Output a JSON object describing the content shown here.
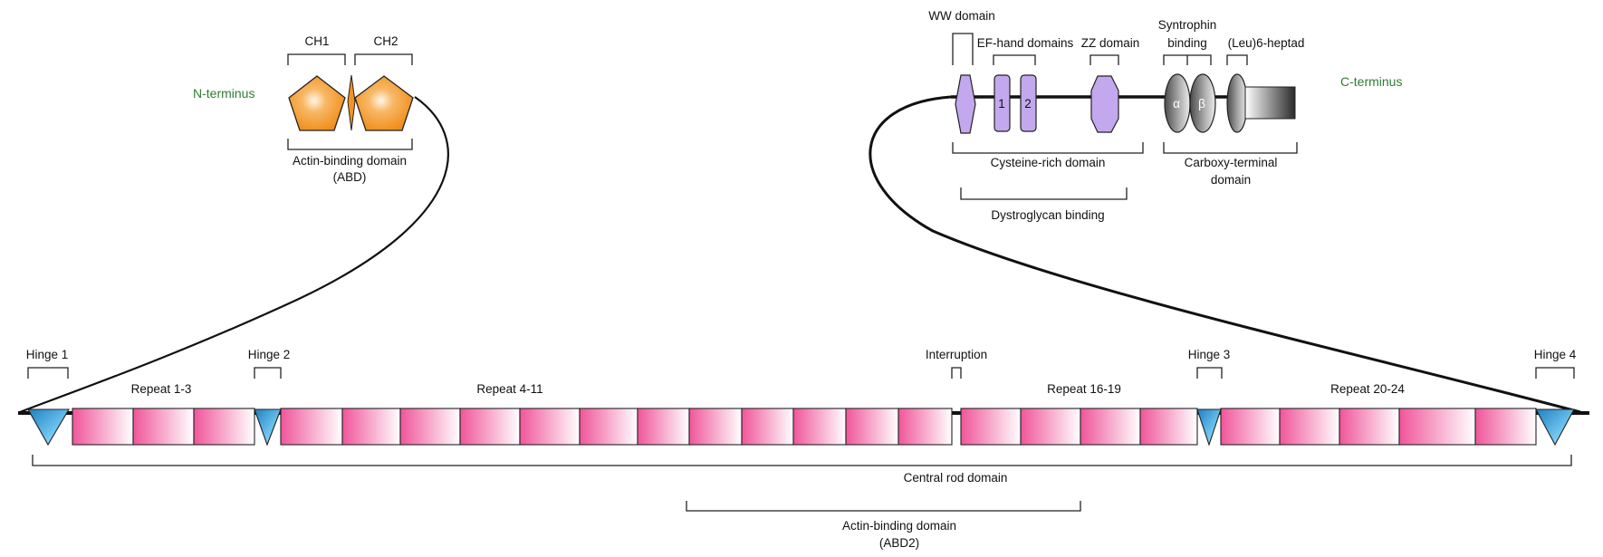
{
  "termini": {
    "n": "N-terminus",
    "c": "C-terminus"
  },
  "abd": {
    "ch1": "CH1",
    "ch2": "CH2",
    "title": "Actin-binding domain",
    "abbr": "(ABD)"
  },
  "cterm_region": {
    "ww": "WW domain",
    "ef_hand": "EF-hand domains",
    "ef_numbers": [
      "1",
      "2"
    ],
    "zz": "ZZ domain",
    "syntrophin_line1": "Syntrophin",
    "syntrophin_line2": "binding",
    "leu_heptad": "(Leu)6-heptad",
    "alpha": "α",
    "beta": "β",
    "cysteine_rich": "Cysteine-rich domain",
    "dystroglycan": "Dystroglycan binding",
    "carboxy_line1": "Carboxy-terminal",
    "carboxy_line2": "domain"
  },
  "rod": {
    "hinges": [
      "Hinge 1",
      "Hinge 2",
      "Hinge 3",
      "Hinge 4"
    ],
    "interruption": "Interruption",
    "repeat_groups": [
      "Repeat 1-3",
      "Repeat 4-11",
      "Repeat 16-19",
      "Repeat 20-24"
    ],
    "central": "Central rod domain",
    "abd2_title": "Actin-binding domain",
    "abd2_abbr": "(ABD2)"
  },
  "colors": {
    "ch_orange": "#f39322",
    "repeat_pink": "#f0559a",
    "hinge_blue": "#2a8fc9",
    "cys_purple": "#c3a8ee",
    "label_green": "#2e7d32"
  }
}
